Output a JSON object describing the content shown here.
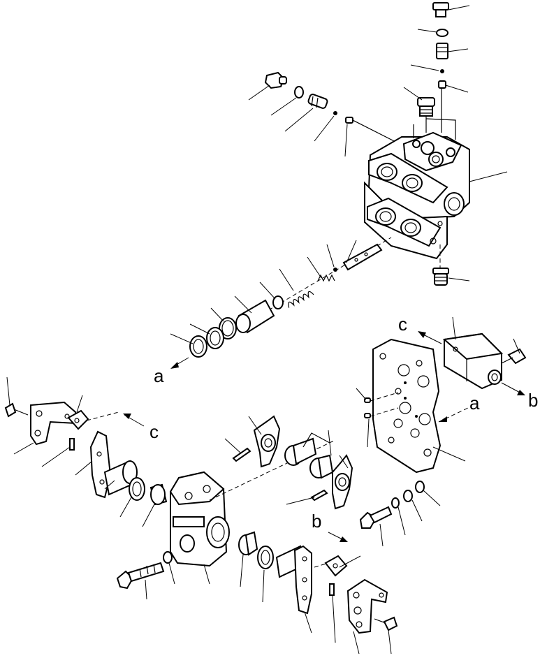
{
  "diagram": {
    "connection_labels": {
      "a_left": "a",
      "a_right": "a",
      "b_right": "b",
      "b_bottom": "b",
      "c_top": "c",
      "c_left": "c"
    }
  }
}
